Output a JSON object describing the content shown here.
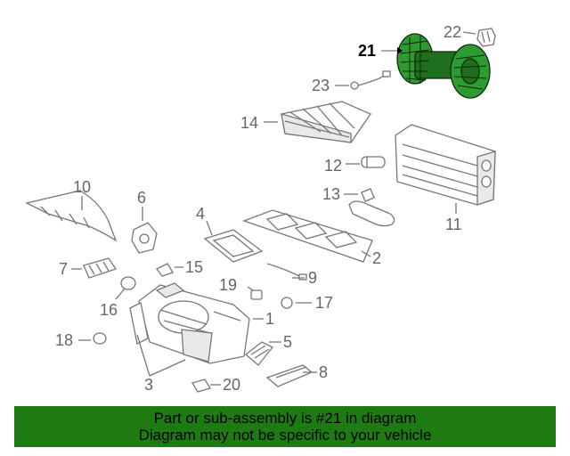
{
  "diagram": {
    "labels": [
      {
        "number": "21",
        "highlighted": true
      },
      {
        "number": "22"
      },
      {
        "number": "23"
      },
      {
        "number": "14"
      },
      {
        "number": "12"
      },
      {
        "number": "11"
      },
      {
        "number": "13"
      },
      {
        "number": "10"
      },
      {
        "number": "6"
      },
      {
        "number": "4"
      },
      {
        "number": "2"
      },
      {
        "number": "7"
      },
      {
        "number": "15"
      },
      {
        "number": "9"
      },
      {
        "number": "19"
      },
      {
        "number": "17"
      },
      {
        "number": "16"
      },
      {
        "number": "1"
      },
      {
        "number": "18"
      },
      {
        "number": "5"
      },
      {
        "number": "8"
      },
      {
        "number": "3"
      },
      {
        "number": "20"
      }
    ],
    "highlight_color": "#2f9a2f"
  },
  "footer": {
    "line1": "Part or sub-assembly is #21 in diagram",
    "line2": "Diagram may not be specific to your vehicle",
    "background": "#1e7b14"
  }
}
